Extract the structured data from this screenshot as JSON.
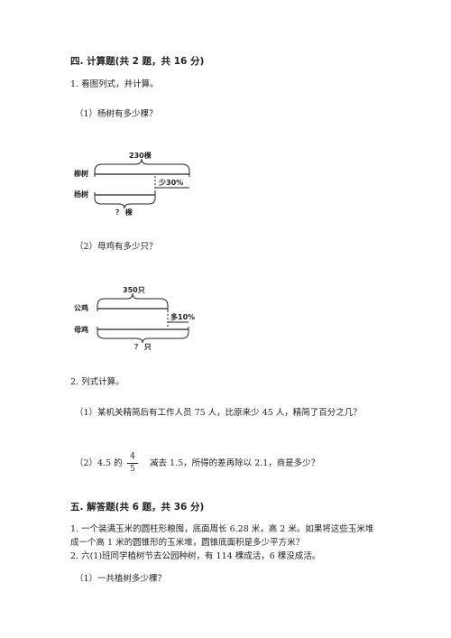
{
  "section4": {
    "title": "四. 计算题(共 2 题，共 16 分)",
    "q1": "1. 看图列式，并计算。",
    "q1_1": "（1）杨树有多少棵？",
    "diagram1": {
      "top_label": "230棵",
      "row1": "柳树",
      "row2": "杨树",
      "diff_label": "少30%",
      "bottom_label": "？ 棵"
    },
    "q1_2": "（2）母鸡有多少只？",
    "diagram2": {
      "top_label": "350只",
      "row1": "公鸡",
      "row2": "母鸡",
      "diff_label": "多10%",
      "bottom_label": "？ 只"
    },
    "q2": "2. 列式计算。",
    "q2_1": "（1）某机关精简后有工作人员 75 人，比原来少 45 人，精简了百分之几？",
    "q2_2_prefix": "（2）4.5 的",
    "q2_2_frac_num": "4",
    "q2_2_frac_den": "5",
    "q2_2_suffix": "减去 1.5，所得的差再除以 2.1，商是多少？"
  },
  "section5": {
    "title": "五. 解答题(共 6 题，共 36 分)",
    "p1_line1": "1. 一个装满玉米的圆柱形粮囤，底面周长 6.28 米，高 2 米。如果将这些玉米堆",
    "p1_line2": "成一个高 1 米的圆锥形的玉米堆，圆锥底面积是多少平方米？",
    "p2": "2. 六(1)班同学植树节去公园种树，有 114 棵成活，6 棵没成活。",
    "p2_1": "（1）一共植树多少棵？"
  }
}
